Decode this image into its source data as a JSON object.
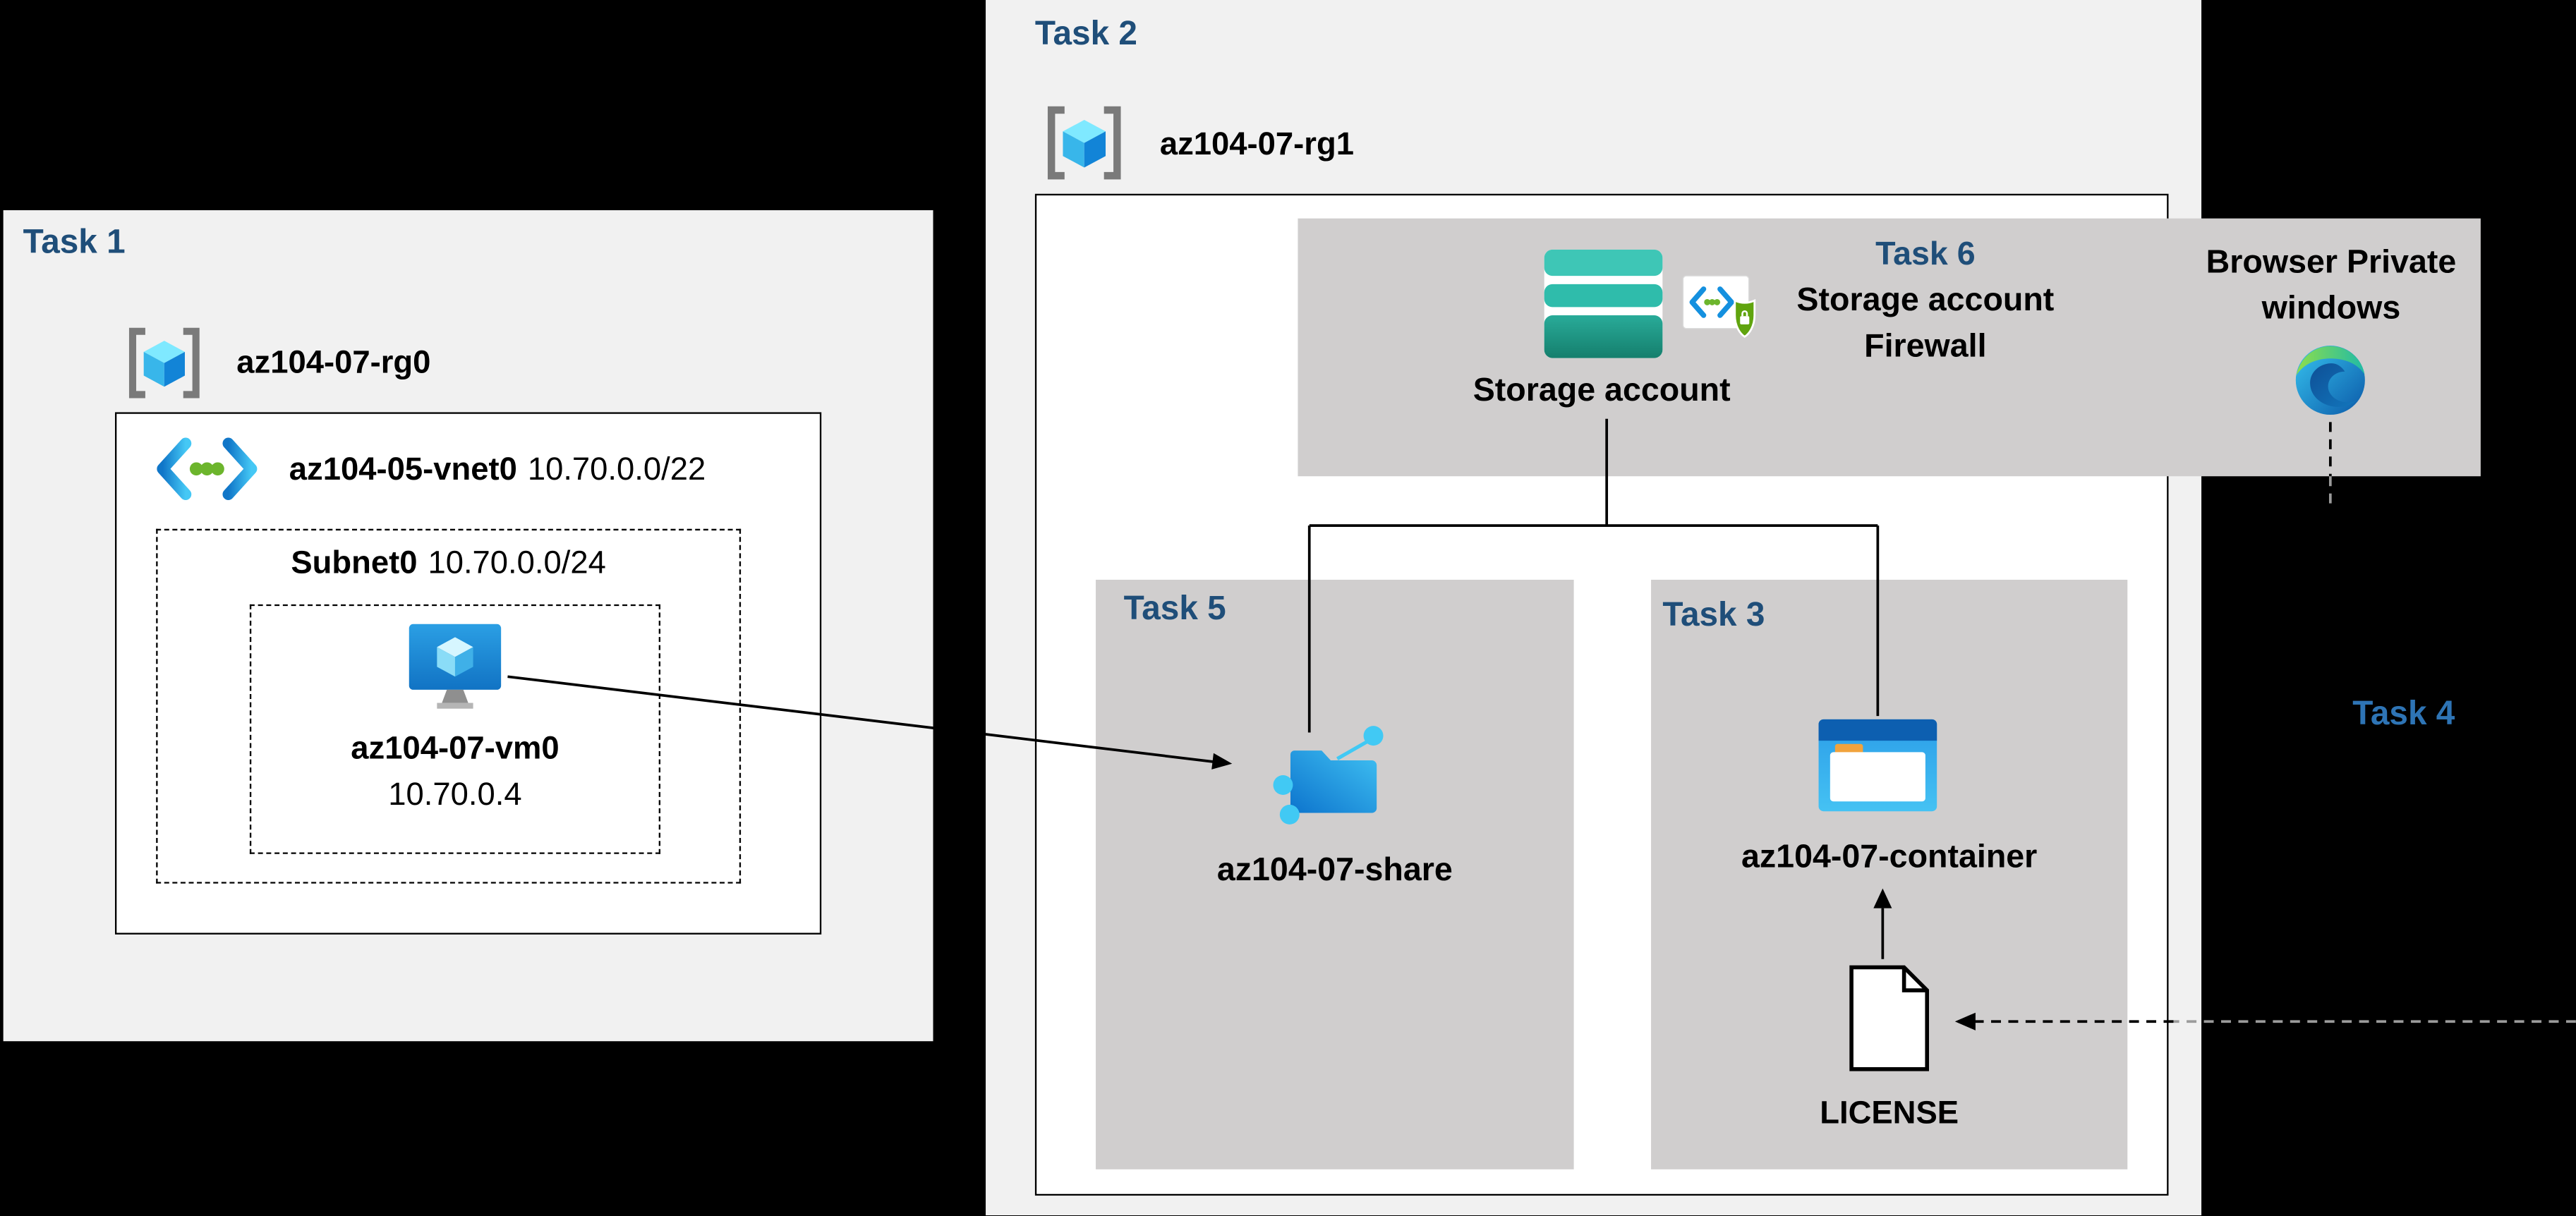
{
  "diagram": {
    "task1": {
      "label": "Task 1",
      "resource_group": "az104-07-rg0",
      "vnet_name": "az104-05-vnet0",
      "vnet_cidr": "10.70.0.0/22",
      "subnet_name": "Subnet0",
      "subnet_cidr": "10.70.0.0/24",
      "vm_name": "az104-07-vm0",
      "vm_ip": "10.70.0.4"
    },
    "task2": {
      "label": "Task 2",
      "resource_group": "az104-07-rg1"
    },
    "task6": {
      "label": "Task 6",
      "title_line1": "Storage account",
      "title_line2": "Firewall",
      "storage_account_label": "Storage account"
    },
    "browser": {
      "label_line1": "Browser Private",
      "label_line2": "windows"
    },
    "task5": {
      "label": "Task 5",
      "share_name": "az104-07-share"
    },
    "task3": {
      "label": "Task 3",
      "container_name": "az104-07-container",
      "blob_name": "LICENSE"
    },
    "task4": {
      "label": "Task 4"
    }
  },
  "colors": {
    "background": "#000000",
    "panel_light_gray": "#f1f1f1",
    "box_gray": "#d0cece",
    "task_label_blue": "#1f4e79",
    "task4_label_blue": "#2e74b5",
    "azure_blue": "#1490df",
    "storage_teal": "#3ec6b6",
    "shield_green": "#60a40e",
    "folder_cyan": "#41c9f4",
    "container_orange": "#f1a33c"
  }
}
